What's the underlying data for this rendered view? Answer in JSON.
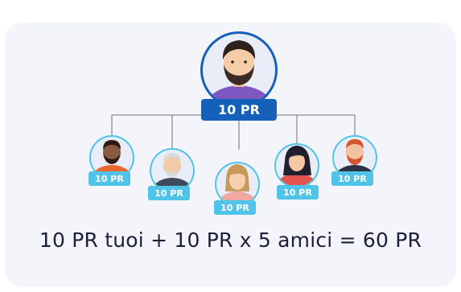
{
  "root": {
    "badge": "10 PR",
    "icon": "man-with-beard-avatar-icon"
  },
  "friends": [
    {
      "badge": "10 PR",
      "icon": "man-dark-skin-avatar-icon",
      "skin": "#8a5a3c",
      "hair": "#2b1b12",
      "shirt": "#e9682f"
    },
    {
      "badge": "10 PR",
      "icon": "elderly-man-avatar-icon",
      "skin": "#f3c9a6",
      "hair": "#d9d9d9",
      "shirt": "#3e4a5c"
    },
    {
      "badge": "10 PR",
      "icon": "woman-blonde-avatar-icon",
      "skin": "#f6cfae",
      "hair": "#c79a5a",
      "shirt": "#f0a8a0"
    },
    {
      "badge": "10 PR",
      "icon": "woman-dark-hair-avatar-icon",
      "skin": "#f5c7a3",
      "hair": "#1f1f2e",
      "shirt": "#e2554f"
    },
    {
      "badge": "10 PR",
      "icon": "man-red-beard-avatar-icon",
      "skin": "#f2c1a0",
      "hair": "#d8542e",
      "shirt": "#2a3244"
    }
  ],
  "formula": "10 PR tuoi + 10 PR x 5 amici = 60 PR",
  "colors": {
    "root_ring": "#1560b8",
    "friend_ring": "#4fc3e8",
    "root_badge": "#1560b8",
    "friend_badge": "#4fc3e8",
    "connector": "#6b6f7e",
    "card": "#f4f5fb"
  }
}
